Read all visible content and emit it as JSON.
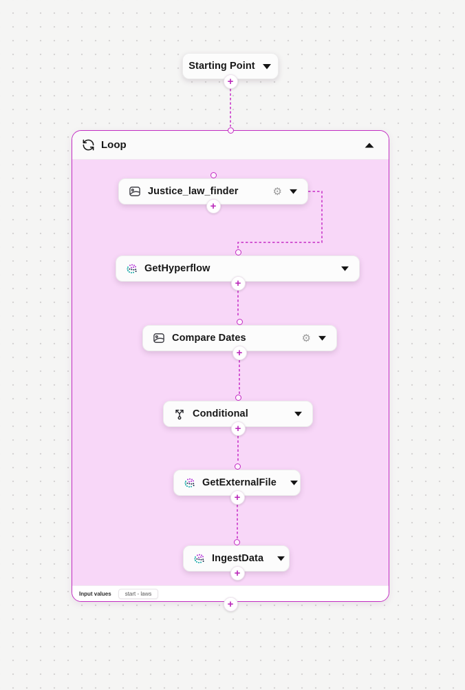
{
  "colors": {
    "accent": "#C22BC2",
    "loop_body": "#F8D7F8",
    "canvas_bg": "#F5F5F4",
    "node_bg": "#FCFCFC"
  },
  "starting_point": {
    "label": "Starting Point"
  },
  "loop": {
    "title": "Loop",
    "icon": "repeat-icon",
    "collapse_icon": "chevron-up-icon",
    "footer": {
      "input_values_label": "Input values",
      "chip_label": "start - laws"
    }
  },
  "nodes": [
    {
      "id": "justice-law-finder",
      "label": "Justice_law_finder",
      "icon": "image-component-icon",
      "has_settings": true
    },
    {
      "id": "get-hyperflow",
      "label": "GetHyperflow",
      "icon": "sphere-icon",
      "has_settings": false
    },
    {
      "id": "compare-dates",
      "label": "Compare Dates",
      "icon": "image-component-icon",
      "has_settings": true
    },
    {
      "id": "conditional",
      "label": "Conditional",
      "icon": "branch-icon",
      "has_settings": false
    },
    {
      "id": "get-external-file",
      "label": "GetExternalFile",
      "icon": "sphere-icon",
      "has_settings": false
    },
    {
      "id": "ingest-data",
      "label": "IngestData",
      "icon": "sphere-icon",
      "has_settings": false
    }
  ],
  "ui": {
    "plus_symbol": "+",
    "gear_symbol": "⚙"
  }
}
